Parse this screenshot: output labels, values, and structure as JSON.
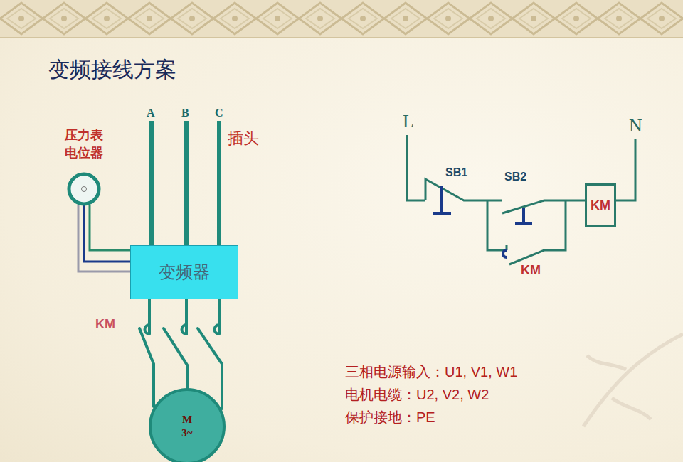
{
  "diagram": {
    "title": "变频接线方案",
    "nodes": [
      {
        "text": [
          "压力表 电位器"
        ]
      },
      {
        "text": [
          "变频器"
        ]
      },
      {
        "text": [
          "M 3~"
        ]
      },
      {
        "text": [
          "KM"
        ]
      }
    ],
    "edges": [
      {
        "from": 0,
        "to": 1,
        "arrow": "none"
      },
      {
        "from": 1,
        "to": 2,
        "arrow": "none"
      }
    ],
    "labels": [
      "A",
      "B",
      "C",
      "插头",
      "KM",
      "L",
      "SB1",
      "SB2",
      "KM",
      "N",
      "三相电源输入：U1, V1, W1",
      "电机电缆：U2, V2, W2",
      "保护接地：PE"
    ]
  }
}
